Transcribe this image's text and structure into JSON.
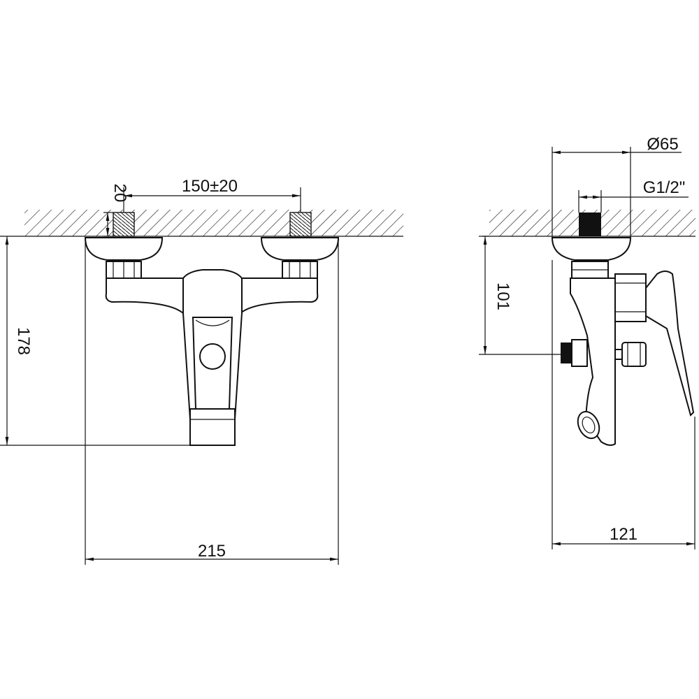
{
  "front_view": {
    "dim_height": "178",
    "dim_width": "215",
    "dim_centers": "150±20",
    "dim_thread_depth": "20"
  },
  "side_view": {
    "dim_diameter": "Ø65",
    "dim_thread": "G1/2\"",
    "dim_outlet_height": "101",
    "dim_depth": "121"
  },
  "colors": {
    "line": "#111111",
    "background": "#ffffff"
  }
}
